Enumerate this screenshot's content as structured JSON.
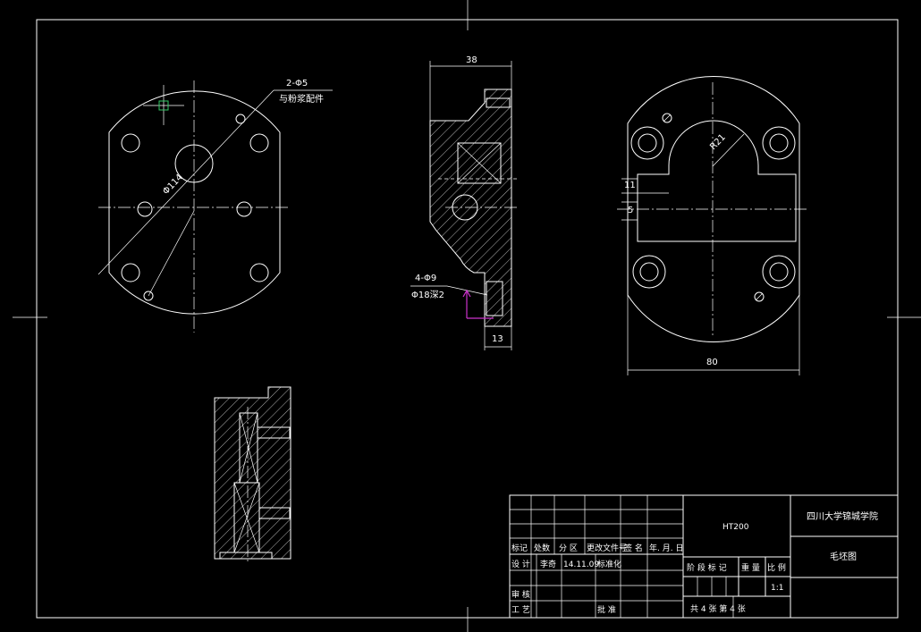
{
  "colors": {
    "background": "#000000",
    "lines": "#ffffff",
    "ucs_icon": "#cc33cc",
    "cursor_box": "#33cc66"
  },
  "front_view": {
    "note_qty": "2-Φ5",
    "note_text": "与粉浆配件",
    "dim_diameter": "Φ114"
  },
  "side_view": {
    "dim_top": "38",
    "dim_bottom": "13",
    "note_qty": "4-Φ9",
    "note_text": "Φ18深2"
  },
  "right_view": {
    "dim_radius": "R21",
    "dim_11": "11",
    "dim_5": "5",
    "dim_width": "80"
  },
  "title_block": {
    "material": "HT200",
    "school": "四川大学锦城学院",
    "drawing_name": "毛坯图",
    "scale": "1:1",
    "h_mark": "标记",
    "h_count": "处数",
    "h_zone": "分 区",
    "h_docno": "更改文件号",
    "h_sign": "签 名",
    "h_date": "年. 月. 日",
    "r_design": "设 计",
    "r_designer": "李奇",
    "r_design_date": "14.11.09",
    "r_standard": "标准化",
    "r_review": "审 核",
    "r_process": "工 艺",
    "r_approve": "批 准",
    "c_stage": "阶 段 标 记",
    "c_weight": "重 量",
    "c_ratio": "比 例",
    "sheets": "共 4 张  第 4 张"
  }
}
